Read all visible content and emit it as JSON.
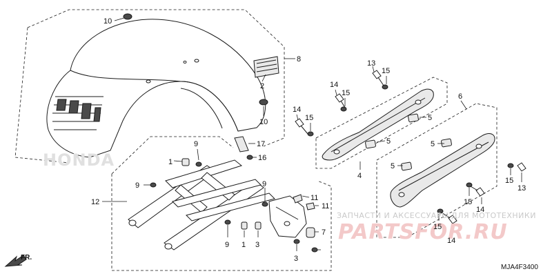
{
  "diagram": {
    "code": "MJA4F3400",
    "direction_label": "FR.",
    "watermark_text": "ЗАПЧАСТИ И АКСЕССУАРЫ ДЛЯ МОТОТЕХНИКИ",
    "watermark_logo": "PARTSFOR.RU",
    "brand_mark": "HONDA",
    "callouts": [
      {
        "id": "c10a",
        "text": "10"
      },
      {
        "id": "c8",
        "text": "8"
      },
      {
        "id": "c2",
        "text": "2"
      },
      {
        "id": "c10b",
        "text": "10"
      },
      {
        "id": "c13a",
        "text": "13"
      },
      {
        "id": "c15a",
        "text": "15"
      },
      {
        "id": "c14a",
        "text": "14"
      },
      {
        "id": "c15b",
        "text": "15"
      },
      {
        "id": "c14b",
        "text": "14"
      },
      {
        "id": "c15c",
        "text": "15"
      },
      {
        "id": "c5a",
        "text": "5"
      },
      {
        "id": "c5b",
        "text": "5"
      },
      {
        "id": "c4",
        "text": "4"
      },
      {
        "id": "c6",
        "text": "6"
      },
      {
        "id": "c5c",
        "text": "5"
      },
      {
        "id": "c5d",
        "text": "5"
      },
      {
        "id": "c15d",
        "text": "15"
      },
      {
        "id": "c13b",
        "text": "13"
      },
      {
        "id": "c15e",
        "text": "15"
      },
      {
        "id": "c14c",
        "text": "14"
      },
      {
        "id": "c15f",
        "text": "15"
      },
      {
        "id": "c14d",
        "text": "14"
      },
      {
        "id": "c17",
        "text": "17"
      },
      {
        "id": "c16",
        "text": "16"
      },
      {
        "id": "c1a",
        "text": "1"
      },
      {
        "id": "c9a",
        "text": "9"
      },
      {
        "id": "c9b",
        "text": "9"
      },
      {
        "id": "c9c",
        "text": "9"
      },
      {
        "id": "c12",
        "text": "12"
      },
      {
        "id": "c11a",
        "text": "11"
      },
      {
        "id": "c11b",
        "text": "11"
      },
      {
        "id": "c7",
        "text": "7"
      },
      {
        "id": "c9d",
        "text": "9"
      },
      {
        "id": "c1b",
        "text": "1"
      },
      {
        "id": "c3a",
        "text": "3"
      },
      {
        "id": "c3b",
        "text": "3"
      }
    ]
  }
}
